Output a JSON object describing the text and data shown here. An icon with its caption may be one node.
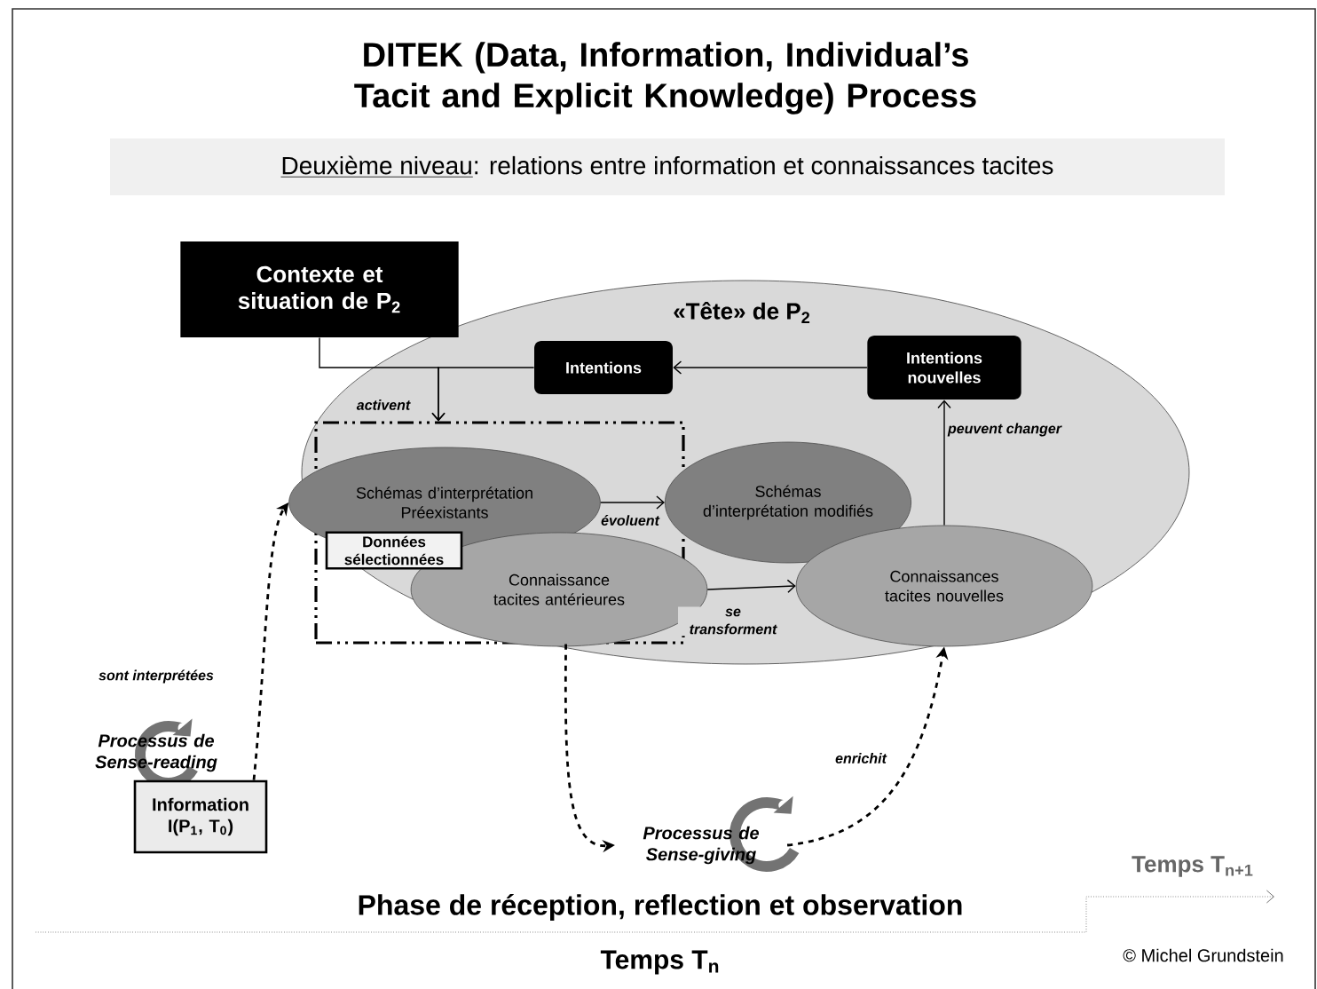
{
  "diagram": {
    "title": "DITEK (Data, Information, Individual’s Tacit and Explicit Knowledge) Process",
    "nodes": [
      {
        "text": [
          "Contexte et situation de P$_{2}$"
        ]
      },
      {
        "text": [
          "«Tête» de P$_{2}$"
        ]
      },
      {
        "text": [
          "Intentions"
        ],
        "in": 1
      },
      {
        "text": [
          "Intentions nouvelles"
        ],
        "in": 1
      },
      {
        "text": [],
        "shape": "box",
        "in": 1
      },
      {
        "text": [
          "Schémas d’interprétation Préexistants"
        ],
        "in": 4
      },
      {
        "text": [
          "Données sélectionnées"
        ],
        "in": 4
      },
      {
        "text": [
          "Connaissance tacites antérieures"
        ],
        "in": 4
      },
      {
        "text": [
          "Schémas d’interprétation modifiés"
        ],
        "in": 1
      },
      {
        "text": [
          "Connaissances tacites nouvelles"
        ],
        "in": 1
      },
      {
        "text": [
          "Information",
          "I(P$_{1}$, T$_{0}$)"
        ]
      },
      {
        "text": [
          "Processus de Sense-giving"
        ]
      }
    ],
    "edges": [
      {
        "from": 0,
        "to": 4,
        "arrow": "to",
        "label": "activent"
      },
      {
        "from": 2,
        "to": 4,
        "arrow": "to"
      },
      {
        "from": 3,
        "to": 2,
        "arrow": "to"
      },
      {
        "from": 5,
        "to": 8,
        "arrow": "to",
        "label": "évoluent"
      },
      {
        "from": 7,
        "to": 9,
        "arrow": "to",
        "label": "se transforment"
      },
      {
        "from": 9,
        "to": 3,
        "arrow": "to",
        "label": "peuvent changer"
      },
      {
        "from": 10,
        "to": 5,
        "arrow": "to",
        "style": "dashed",
        "label": "sont interprétées"
      },
      {
        "from": 4,
        "to": 11,
        "arrow": "to",
        "style": "dashed"
      },
      {
        "from": 11,
        "to": 9,
        "arrow": "to",
        "style": "dashed",
        "label": "enrichit"
      }
    ],
    "labels": [
      "Deuxième niveau",
      ": relations entre information et connaissances tacites",
      "Processus de Sense-reading",
      "Temps T$_{n+1}$",
      "Phase de réception, reflection et observation",
      "Temps T$_{n}$",
      "© Michel Grundstein"
    ]
  }
}
